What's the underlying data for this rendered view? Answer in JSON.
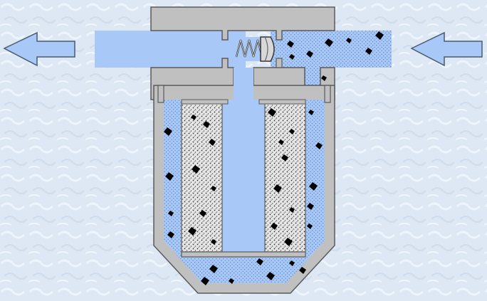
{
  "colors": {
    "background": "#dde8f4",
    "housing": "#c0c0c0",
    "housing_stroke": "#5a5a5a",
    "fluid": "#a8c8f8",
    "fluid_dark": "#7fa6e0",
    "element": "#d8d8d8",
    "dirt": "#000000",
    "arrow_fill": "#a8c8f8",
    "arrow_stroke": "#4a5a70"
  },
  "diagram": {
    "components": [
      "outlet-arrow",
      "inlet-arrow",
      "filter-head",
      "bypass-valve-spring",
      "filter-bowl",
      "filter-element-left",
      "filter-element-right",
      "center-tube"
    ],
    "flow_direction": "right-to-left"
  }
}
